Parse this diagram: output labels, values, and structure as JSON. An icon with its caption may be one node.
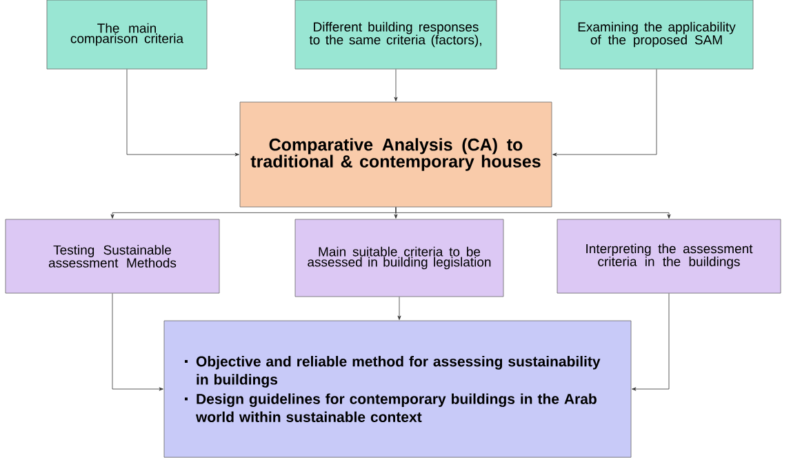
{
  "diagram": {
    "nodes": [
      {
        "text": [
          "The main comparison criteria"
        ]
      },
      {
        "text": [
          "Different building responses to the same criteria (factors),"
        ]
      },
      {
        "text": [
          "Examining the applicability of the proposed SAM"
        ]
      },
      {
        "text": [
          "Comparative Analysis (CA) to traditional & contemporary houses"
        ]
      },
      {
        "text": [
          "Testing Sustainable assessment Methods"
        ]
      },
      {
        "text": [
          "Main suitable criteria to be assessed in building legislation"
        ]
      },
      {
        "text": [
          "Interpreting the assessment criteria in the buildings"
        ]
      },
      {
        "text": [
          "Objective and reliable method for assessing sustainability in buildings",
          "Design guidelines for contemporary buildings in the Arab world within sustainable context"
        ]
      }
    ],
    "edges": [
      {
        "from": 0,
        "to": 3,
        "arrow": "to"
      },
      {
        "from": 1,
        "to": 3,
        "arrow": "to"
      },
      {
        "from": 2,
        "to": 3,
        "arrow": "to"
      },
      {
        "from": 3,
        "to": 4,
        "arrow": "to"
      },
      {
        "from": 3,
        "to": 5,
        "arrow": "to"
      },
      {
        "from": 3,
        "to": 6,
        "arrow": "to"
      },
      {
        "from": 4,
        "to": 7,
        "arrow": "to"
      },
      {
        "from": 5,
        "to": 7,
        "arrow": "to"
      },
      {
        "from": 6,
        "to": 7,
        "arrow": "to"
      }
    ]
  }
}
